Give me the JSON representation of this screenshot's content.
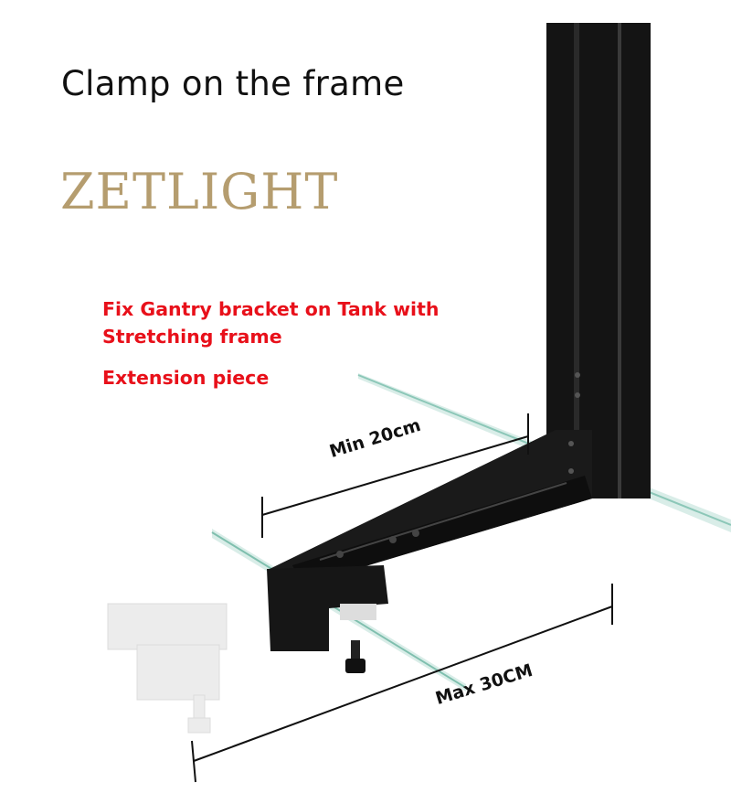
{
  "heading": "Clamp on the frame",
  "brand": "ZETLIGHT",
  "callouts": {
    "fix_text": "Fix Gantry bracket on Tank with Stretching frame",
    "extension_text": "Extension piece"
  },
  "dimensions": {
    "min_label": "Min 20cm",
    "max_label": "Max 30CM"
  },
  "colors": {
    "brand_gold": "#b59d6f",
    "callout_red": "#e8101a",
    "bracket_black": "#141414"
  }
}
